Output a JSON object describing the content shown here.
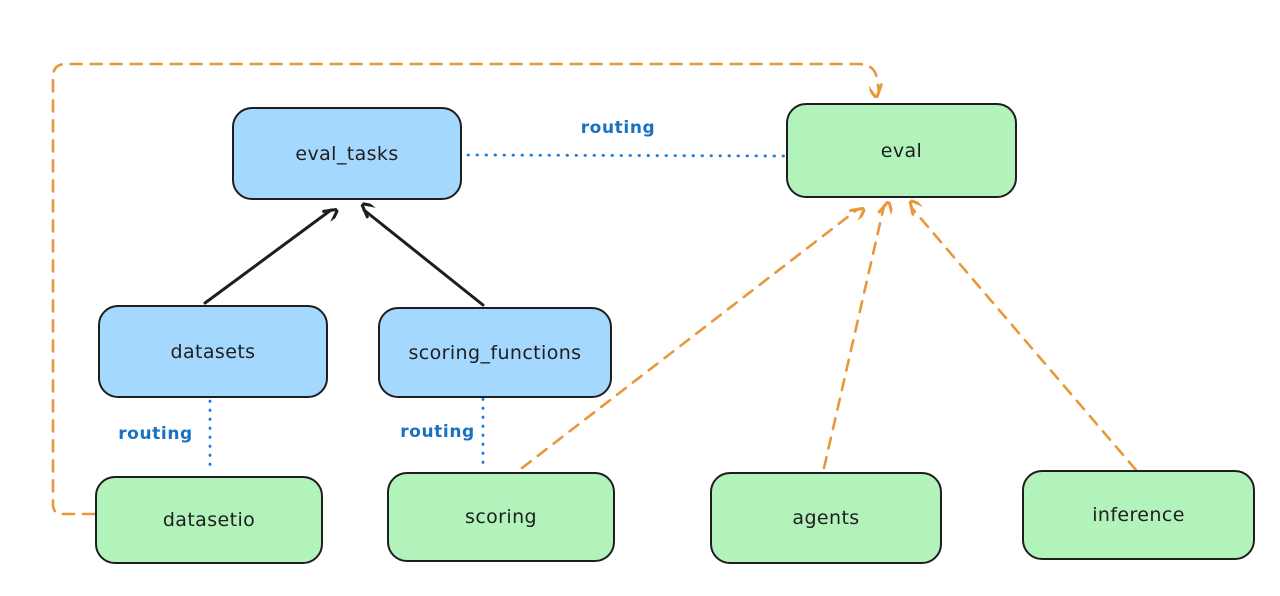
{
  "diagram": {
    "nodes": [
      {
        "id": "eval_tasks",
        "label": "eval_tasks",
        "fill": "#a5d8ff"
      },
      {
        "id": "eval",
        "label": "eval",
        "fill": "#b2f2bb"
      },
      {
        "id": "datasets",
        "label": "datasets",
        "fill": "#a5d8ff"
      },
      {
        "id": "scoring_functions",
        "label": "scoring_functions",
        "fill": "#a5d8ff"
      },
      {
        "id": "datasetio",
        "label": "datasetio",
        "fill": "#b2f2bb"
      },
      {
        "id": "scoring",
        "label": "scoring",
        "fill": "#b2f2bb"
      },
      {
        "id": "agents",
        "label": "agents",
        "fill": "#b2f2bb"
      },
      {
        "id": "inference",
        "label": "inference",
        "fill": "#b2f2bb"
      }
    ],
    "edges": [
      {
        "from": "eval_tasks",
        "to": "eval",
        "label": "routing",
        "style": "dotted-blue"
      },
      {
        "from": "datasets",
        "to": "datasetio",
        "label": "routing",
        "style": "dotted-blue"
      },
      {
        "from": "scoring_functions",
        "to": "scoring",
        "label": "routing",
        "style": "dotted-blue"
      },
      {
        "from": "datasets",
        "to": "eval_tasks",
        "style": "solid-black-arrow"
      },
      {
        "from": "scoring_functions",
        "to": "eval_tasks",
        "style": "solid-black-arrow"
      },
      {
        "from": "datasetio",
        "to": "eval",
        "style": "dashed-orange-arrow"
      },
      {
        "from": "scoring",
        "to": "eval",
        "style": "dashed-orange-arrow"
      },
      {
        "from": "agents",
        "to": "eval",
        "style": "dashed-orange-arrow"
      },
      {
        "from": "inference",
        "to": "eval",
        "style": "dashed-orange-arrow"
      }
    ],
    "colors": {
      "node_blue_fill": "#a5d8ff",
      "node_green_fill": "#b2f2bb",
      "node_stroke": "#1e1e1e",
      "routing_blue": "#1971c2",
      "arrow_orange": "#e8973b",
      "arrow_black": "#1e1e1e",
      "background": "#ffffff"
    }
  }
}
